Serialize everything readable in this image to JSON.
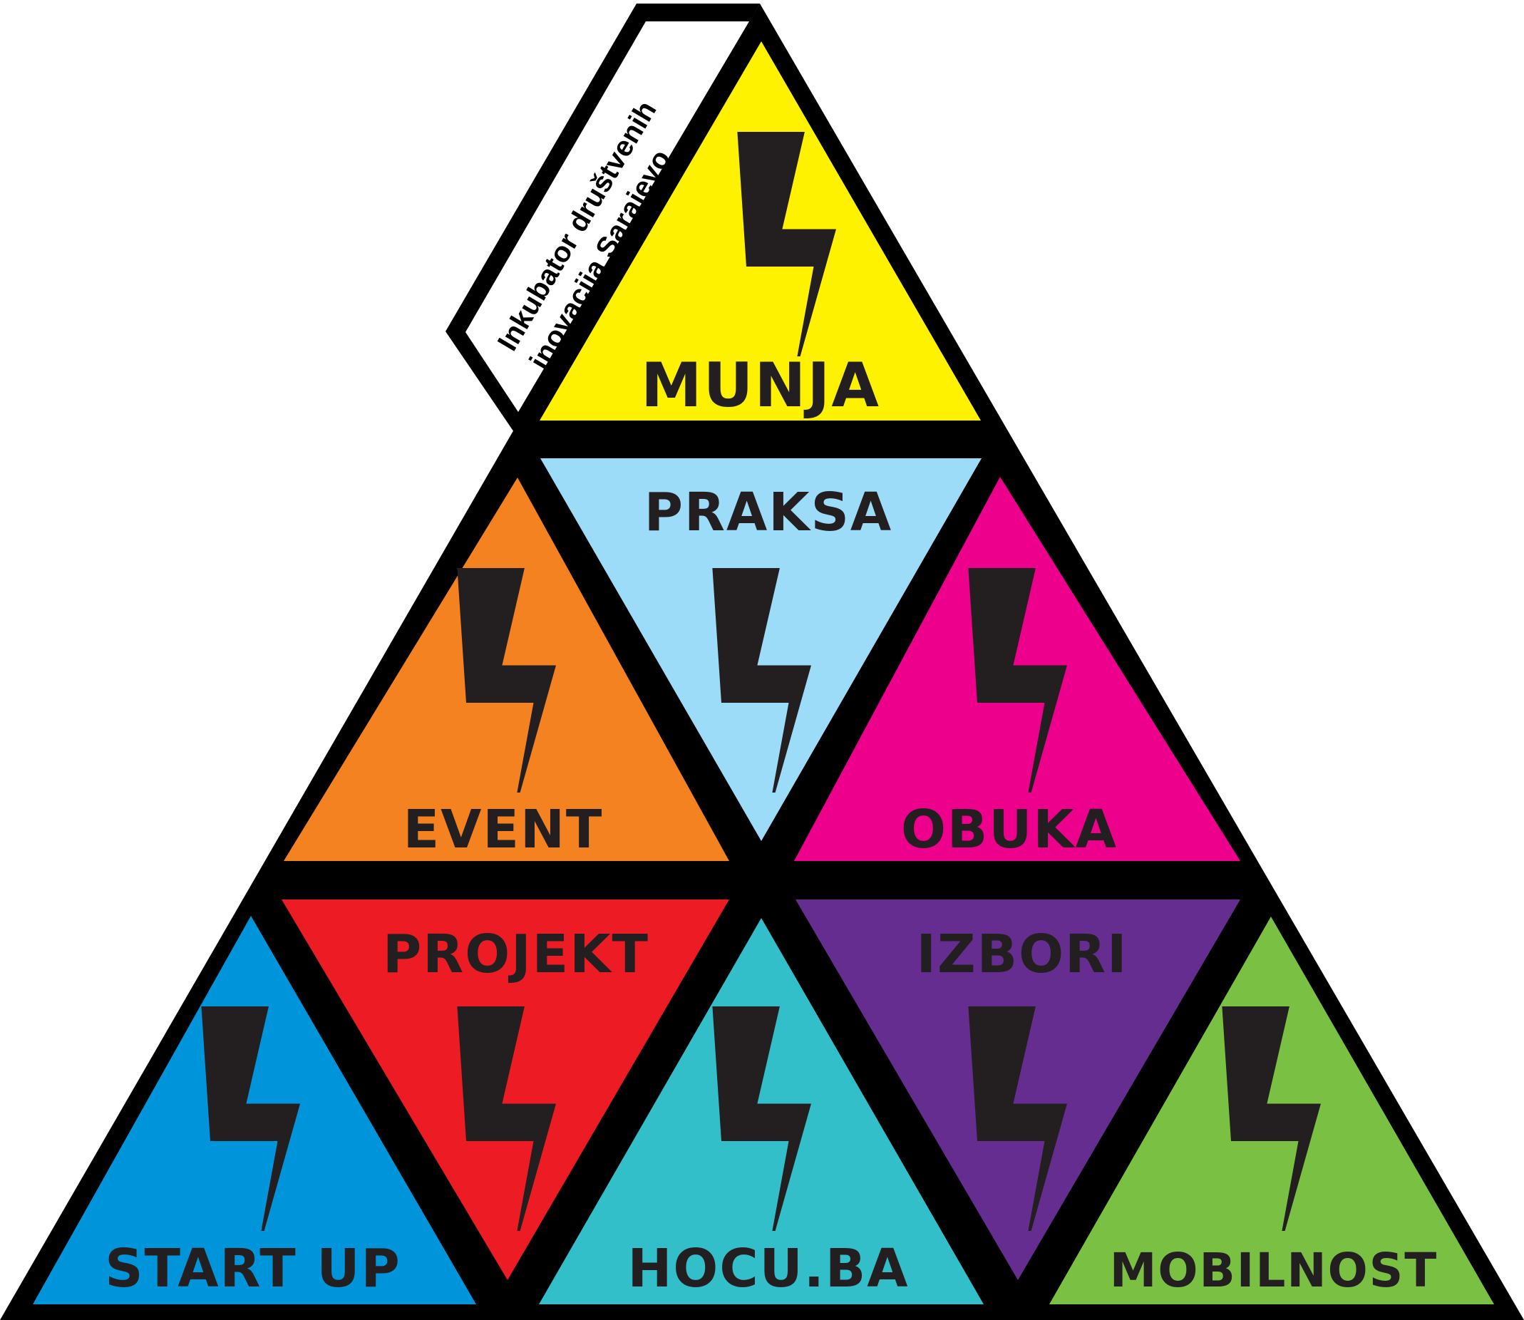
{
  "side_label": {
    "line1": "Inkubator društvenih",
    "line2": "inovacija Sarajevo"
  },
  "colors": {
    "outline": "#000000",
    "ink": "#231f20"
  },
  "tiles": [
    {
      "key": "munja",
      "label": "MUNJA",
      "color": "#fff200"
    },
    {
      "key": "event",
      "label": "EVENT",
      "color": "#f58220"
    },
    {
      "key": "praksa",
      "label": "PRAKSA",
      "color": "#9ddcf9"
    },
    {
      "key": "obuka",
      "label": "OBUKA",
      "color": "#ec008c"
    },
    {
      "key": "start-up",
      "label": "START UP",
      "color": "#0095da"
    },
    {
      "key": "projekt",
      "label": "PROJEKT",
      "color": "#ed1c24"
    },
    {
      "key": "hocu-ba",
      "label": "HOCU.BA",
      "color": "#33bfc9"
    },
    {
      "key": "izbori",
      "label": "IZBORI",
      "color": "#662d91"
    },
    {
      "key": "mobilnost",
      "label": "MOBILNOST",
      "color": "#7ac143"
    }
  ]
}
